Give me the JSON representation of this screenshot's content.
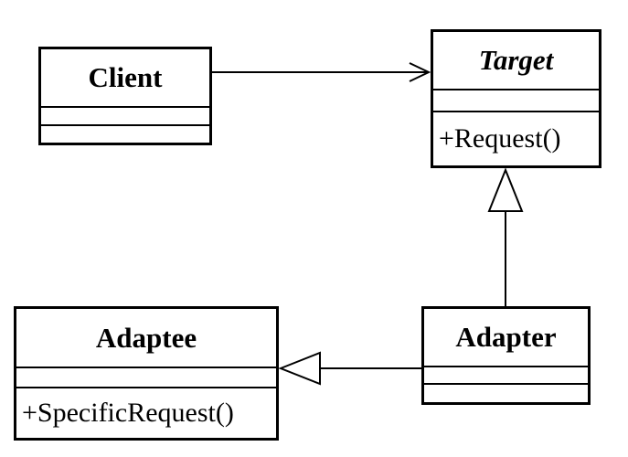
{
  "classes": {
    "client": {
      "name": "Client",
      "attributes": "",
      "operations": ""
    },
    "target": {
      "name": "Target",
      "attributes": "",
      "operations": "+Request()"
    },
    "adaptee": {
      "name": "Adaptee",
      "attributes": "",
      "operations": "+SpecificRequest()"
    },
    "adapter": {
      "name": "Adapter",
      "attributes": "",
      "operations": ""
    }
  },
  "relations": [
    {
      "from": "Client",
      "to": "Target",
      "kind": "association"
    },
    {
      "from": "Adapter",
      "to": "Target",
      "kind": "generalization"
    },
    {
      "from": "Adapter",
      "to": "Adaptee",
      "kind": "generalization"
    }
  ]
}
